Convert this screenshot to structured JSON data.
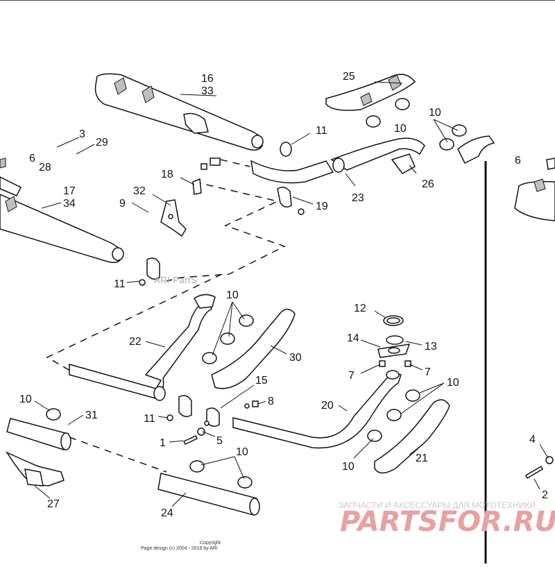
{
  "callouts": {
    "c16": "16",
    "c33": "33",
    "c25": "25",
    "c10a": "10",
    "c10b": "10",
    "c3": "3",
    "c29": "29",
    "c6a": "6",
    "c28": "28",
    "c11a": "11",
    "c18": "18",
    "c26": "26",
    "c32": "32",
    "c17": "17",
    "c34": "34",
    "c9": "9",
    "c19": "19",
    "c23": "23",
    "c11b": "11",
    "c10c": "10",
    "c12": "12",
    "c22": "22",
    "c14": "14",
    "c13": "13",
    "c30": "30",
    "c7a": "7",
    "c7b": "7",
    "c15": "15",
    "c10d": "10",
    "c8": "8",
    "c10e": "10",
    "c31": "31",
    "c11c": "11",
    "c20": "20",
    "c1": "1",
    "c5": "5",
    "c10f": "10",
    "c21": "21",
    "c4": "4",
    "c10g": "10",
    "c27": "27",
    "c24": "24",
    "c2": "2",
    "c6b": "6"
  },
  "watermark": {
    "ari": "ARI PartS",
    "shop_tagline": "ЗАПЧАСТИ И АКСЕССУАРЫ ДЛЯ МОТОТЕХНИКИ",
    "shop_brand": "PARTSFOR.RU"
  },
  "footer": {
    "copyright": "Copyright",
    "page_design": "Page design (c) 2004 - 2016 by ARI"
  },
  "colors": {
    "line": "#111111",
    "shading": "#bfbfbf",
    "brand_watermark": "#e8a0a0"
  }
}
